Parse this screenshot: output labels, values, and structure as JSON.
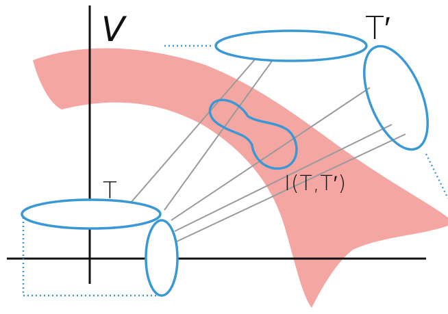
{
  "labels": {
    "space": "V",
    "set_t_prime": "T′",
    "set_t": "T",
    "intersection": "I(T,T′)"
  },
  "colors": {
    "region_fill": "#f4a6a3",
    "ellipse_stroke": "#3a98d4",
    "connector_line": "#9a9a9a",
    "axis": "#111111",
    "projection_dotted": "#3a98d4"
  }
}
